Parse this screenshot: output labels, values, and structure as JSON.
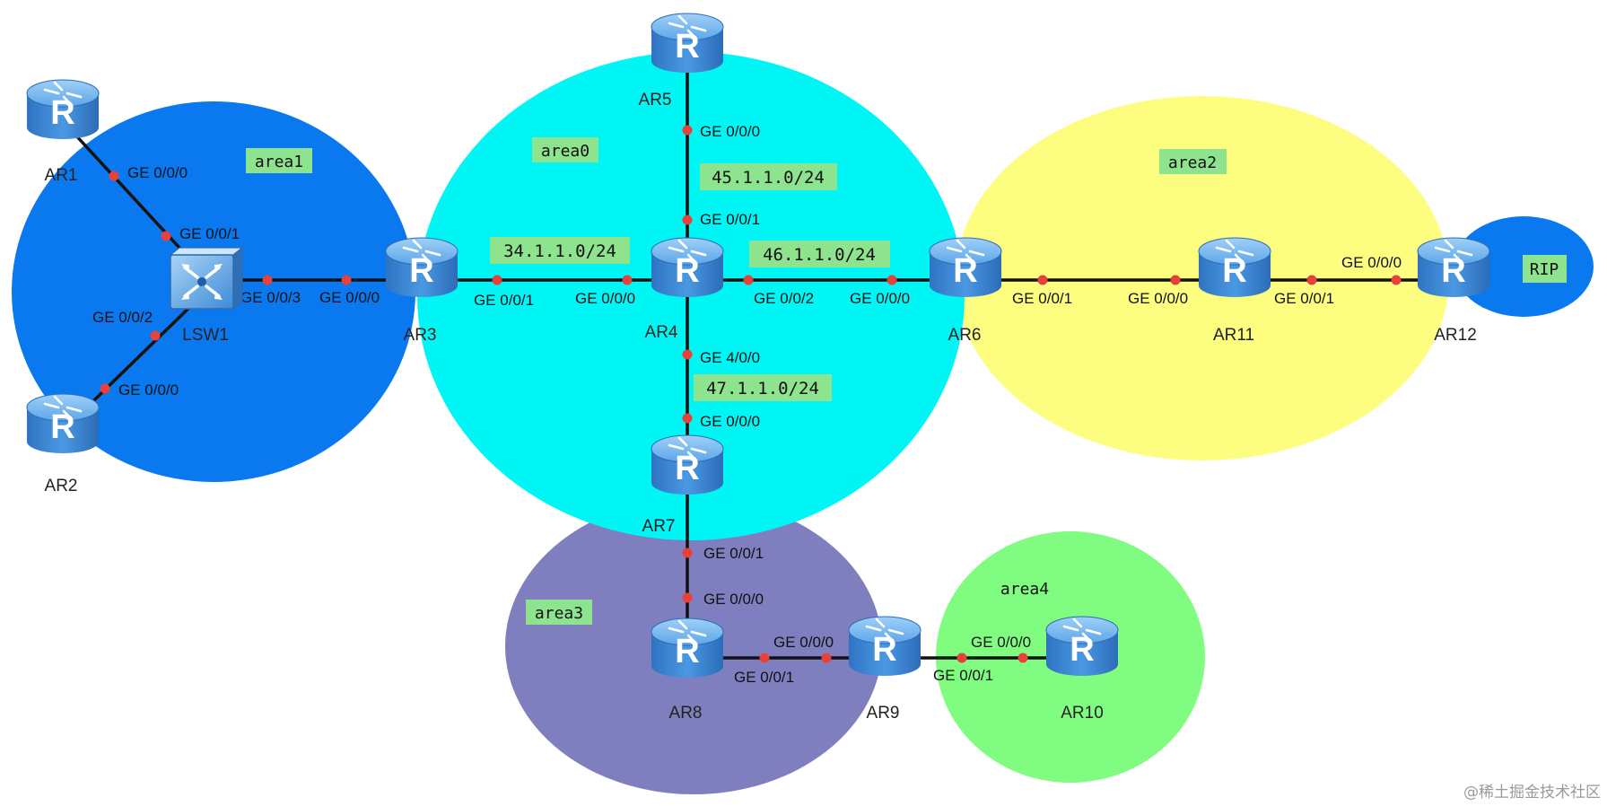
{
  "areas": [
    {
      "id": "area1",
      "label": "area1",
      "color": "#0a79f0"
    },
    {
      "id": "area0",
      "label": "area0",
      "color": "#00f5f5"
    },
    {
      "id": "area2",
      "label": "area2",
      "color": "#fdfd80"
    },
    {
      "id": "rip",
      "label": "RIP",
      "color": "#0a79f0"
    },
    {
      "id": "area3",
      "label": "area3",
      "color": "#7f7fbf"
    },
    {
      "id": "area4",
      "label": "area4",
      "color": "#80fc80"
    }
  ],
  "devices": [
    {
      "id": "ar1",
      "label": "AR1",
      "type": "router"
    },
    {
      "id": "ar2",
      "label": "AR2",
      "type": "router"
    },
    {
      "id": "lsw1",
      "label": "LSW1",
      "type": "switch"
    },
    {
      "id": "ar3",
      "label": "AR3",
      "type": "router"
    },
    {
      "id": "ar4",
      "label": "AR4",
      "type": "router"
    },
    {
      "id": "ar5",
      "label": "AR5",
      "type": "router"
    },
    {
      "id": "ar6",
      "label": "AR6",
      "type": "router"
    },
    {
      "id": "ar7",
      "label": "AR7",
      "type": "router"
    },
    {
      "id": "ar8",
      "label": "AR8",
      "type": "router"
    },
    {
      "id": "ar9",
      "label": "AR9",
      "type": "router"
    },
    {
      "id": "ar10",
      "label": "AR10",
      "type": "router"
    },
    {
      "id": "ar11",
      "label": "AR11",
      "type": "router"
    },
    {
      "id": "ar12",
      "label": "AR12",
      "type": "router"
    }
  ],
  "links": [
    {
      "id": "ar1-lsw1",
      "from": "ar1",
      "to": "lsw1",
      "from_port": "GE 0/0/0",
      "to_port": "GE 0/0/1",
      "network": ""
    },
    {
      "id": "ar2-lsw1",
      "from": "ar2",
      "to": "lsw1",
      "from_port": "GE 0/0/0",
      "to_port": "GE 0/0/2",
      "network": ""
    },
    {
      "id": "lsw1-ar3",
      "from": "lsw1",
      "to": "ar3",
      "from_port": "GE 0/0/3",
      "to_port": "GE 0/0/0",
      "network": ""
    },
    {
      "id": "ar3-ar4",
      "from": "ar3",
      "to": "ar4",
      "from_port": "GE 0/0/1",
      "to_port": "GE 0/0/0",
      "network": "34.1.1.0/24"
    },
    {
      "id": "ar5-ar4",
      "from": "ar5",
      "to": "ar4",
      "from_port": "GE 0/0/0",
      "to_port": "GE 0/0/1",
      "network": "45.1.1.0/24"
    },
    {
      "id": "ar4-ar6",
      "from": "ar4",
      "to": "ar6",
      "from_port": "GE 0/0/2",
      "to_port": "GE 0/0/0",
      "network": "46.1.1.0/24"
    },
    {
      "id": "ar4-ar7",
      "from": "ar4",
      "to": "ar7",
      "from_port": "GE 4/0/0",
      "to_port": "GE 0/0/0",
      "network": "47.1.1.0/24"
    },
    {
      "id": "ar6-ar11",
      "from": "ar6",
      "to": "ar11",
      "from_port": "GE 0/0/1",
      "to_port": "GE 0/0/0",
      "network": ""
    },
    {
      "id": "ar11-ar12",
      "from": "ar11",
      "to": "ar12",
      "from_port": "GE 0/0/1",
      "to_port": "GE 0/0/0",
      "network": ""
    },
    {
      "id": "ar7-ar8",
      "from": "ar7",
      "to": "ar8",
      "from_port": "GE 0/0/1",
      "to_port": "GE 0/0/0",
      "network": ""
    },
    {
      "id": "ar8-ar9",
      "from": "ar8",
      "to": "ar9",
      "from_port": "GE 0/0/1",
      "to_port": "GE 0/0/0",
      "network": ""
    },
    {
      "id": "ar9-ar10",
      "from": "ar9",
      "to": "ar10",
      "from_port": "GE 0/0/1",
      "to_port": "GE 0/0/0",
      "network": ""
    }
  ],
  "watermark": "@稀土掘金技术社区",
  "colors": {
    "link": "#111111",
    "port_dot": "#e8413a",
    "label_bg": "#8ee48e",
    "router_body": "#3d88d6",
    "switch_body": "#6fb0e8"
  }
}
